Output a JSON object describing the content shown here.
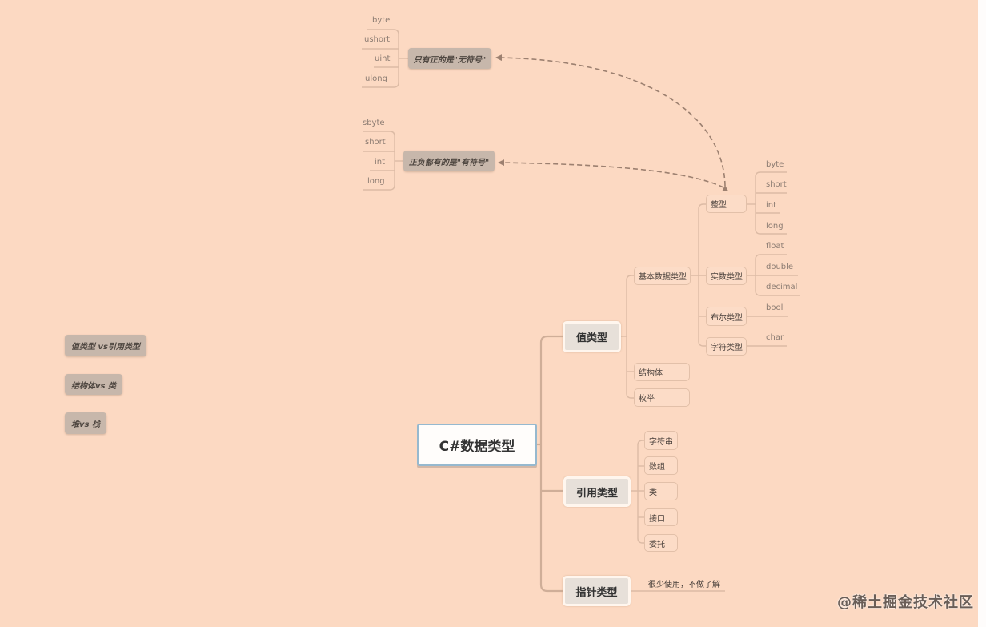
{
  "colors": {
    "background": "#fcd9c2",
    "trunk_line": "#cfae98",
    "branch_line": "#dcbba5",
    "dashed_arrow": "#9c8070",
    "root_border": "#96b9cf",
    "floating_topic_fill": "#c7b7ab"
  },
  "root": {
    "label": "C#数据类型"
  },
  "value_types": {
    "label": "值类型",
    "basic": {
      "label": "基本数据类型",
      "integer": {
        "label": "整型",
        "leaves": [
          "byte",
          "short",
          "int",
          "long"
        ]
      },
      "real": {
        "label": "实数类型",
        "leaves": [
          "float",
          "double",
          "decimal"
        ]
      },
      "boolean": {
        "label": "布尔类型",
        "leaves": [
          "bool"
        ]
      },
      "character": {
        "label": "字符类型",
        "leaves": [
          "char"
        ]
      }
    },
    "struct": {
      "label": "结构体"
    },
    "enum": {
      "label": "枚举"
    }
  },
  "reference_types": {
    "label": "引用类型",
    "children": [
      "字符串",
      "数组",
      "类",
      "接口",
      "委托"
    ]
  },
  "pointer_types": {
    "label": "指针类型",
    "note": "很少使用，不做了解"
  },
  "floating_topics": {
    "unsigned": {
      "label": "只有正的是\"无符号\"",
      "leaves": [
        "byte",
        "ushort",
        "uint",
        "ulong"
      ]
    },
    "signed": {
      "label": "正负都有的是\"有符号\"",
      "leaves": [
        "sbyte",
        "short",
        "int",
        "long"
      ]
    }
  },
  "side_notes": [
    "值类型 vs引用类型",
    "结构体vs 类",
    "堆vs 栈"
  ],
  "watermark": "@稀土掘金技术社区"
}
